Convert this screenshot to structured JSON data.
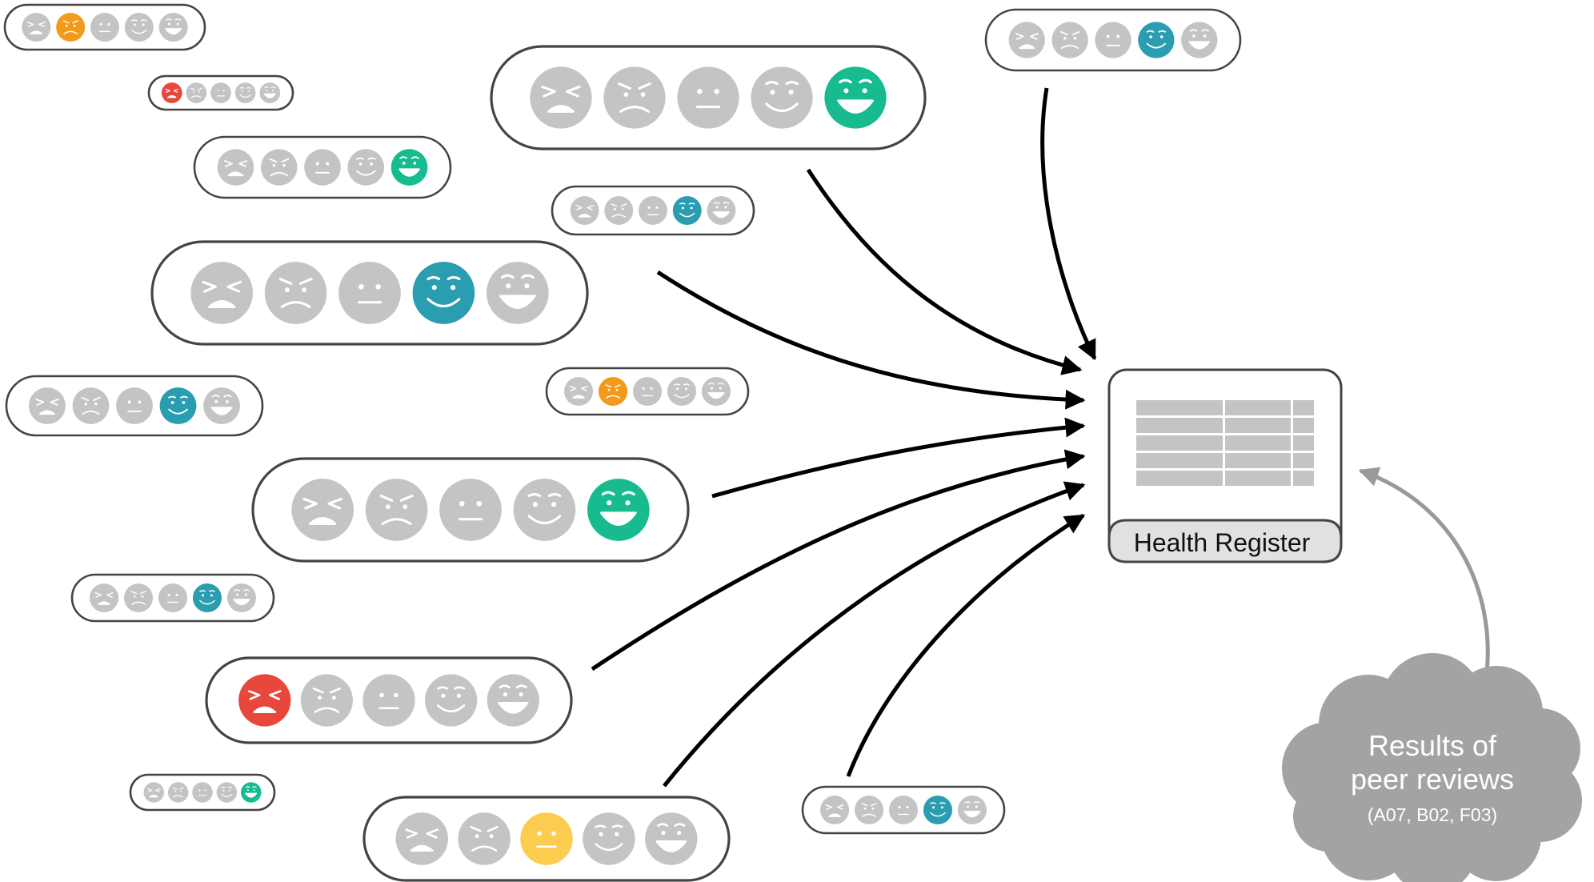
{
  "register": {
    "title": "Health Register"
  },
  "cloud": {
    "line1": "Results of",
    "line2": "peer reviews",
    "line3": "(A07, B02, F03)"
  },
  "colors": {
    "neutral_face": "#c4c4c4",
    "very_bad": "#e8473c",
    "bad": "#f29a1c",
    "neutral_selected": "#fbcc4f",
    "good": "#2a9db0",
    "very_good": "#18bb8f",
    "cloud": "#a3a3a3",
    "arrow": "#000000",
    "cloud_arrow": "#999999"
  },
  "mood_scale": [
    "very-unhappy",
    "unhappy",
    "neutral",
    "happy",
    "very-happy"
  ],
  "ratings": [
    {
      "id": "r01",
      "selected": 2,
      "color": "bad"
    },
    {
      "id": "r02",
      "selected": 1,
      "color": "very_bad"
    },
    {
      "id": "r03",
      "selected": 5,
      "color": "very_good"
    },
    {
      "id": "r04",
      "selected": 5,
      "color": "very_good"
    },
    {
      "id": "r05",
      "selected": 4,
      "color": "good"
    },
    {
      "id": "r06",
      "selected": 4,
      "color": "good"
    },
    {
      "id": "r07",
      "selected": 4,
      "color": "good"
    },
    {
      "id": "r08",
      "selected": 4,
      "color": "good"
    },
    {
      "id": "r09",
      "selected": 2,
      "color": "bad"
    },
    {
      "id": "r10",
      "selected": 5,
      "color": "very_good"
    },
    {
      "id": "r11",
      "selected": 4,
      "color": "good"
    },
    {
      "id": "r12",
      "selected": 1,
      "color": "very_bad"
    },
    {
      "id": "r13",
      "selected": 5,
      "color": "very_good"
    },
    {
      "id": "r14",
      "selected": 3,
      "color": "neutral_selected"
    },
    {
      "id": "r15",
      "selected": 4,
      "color": "good"
    }
  ]
}
